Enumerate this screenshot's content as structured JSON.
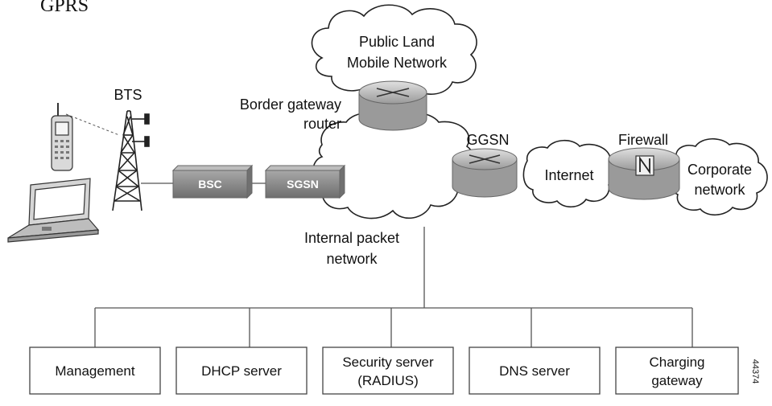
{
  "corner_text": "GPRS",
  "figure_id": "44374",
  "labels": {
    "bts": "BTS",
    "plmn_line1": "Public Land",
    "plmn_line2": "Mobile Network",
    "border_line1": "Border gateway",
    "border_line2": "router",
    "ggsn": "GGSN",
    "firewall": "Firewall",
    "internet": "Internet",
    "corporate_line1": "Corporate",
    "corporate_line2": "network",
    "internal_line1": "Internal packet",
    "internal_line2": "network"
  },
  "devices": {
    "bsc": "BSC",
    "sgsn": "SGSN"
  },
  "servers": {
    "management": "Management",
    "dhcp": "DHCP server",
    "security_line1": "Security server",
    "security_line2": "(RADIUS)",
    "dns": "DNS server",
    "charging_line1": "Charging",
    "charging_line2": "gateway"
  },
  "colors": {
    "ink": "#111111",
    "cloud_stroke": "#222222",
    "device_fill": "#8e8e8e",
    "router_fill": "#c9c9c9",
    "box_stroke": "#444444"
  }
}
